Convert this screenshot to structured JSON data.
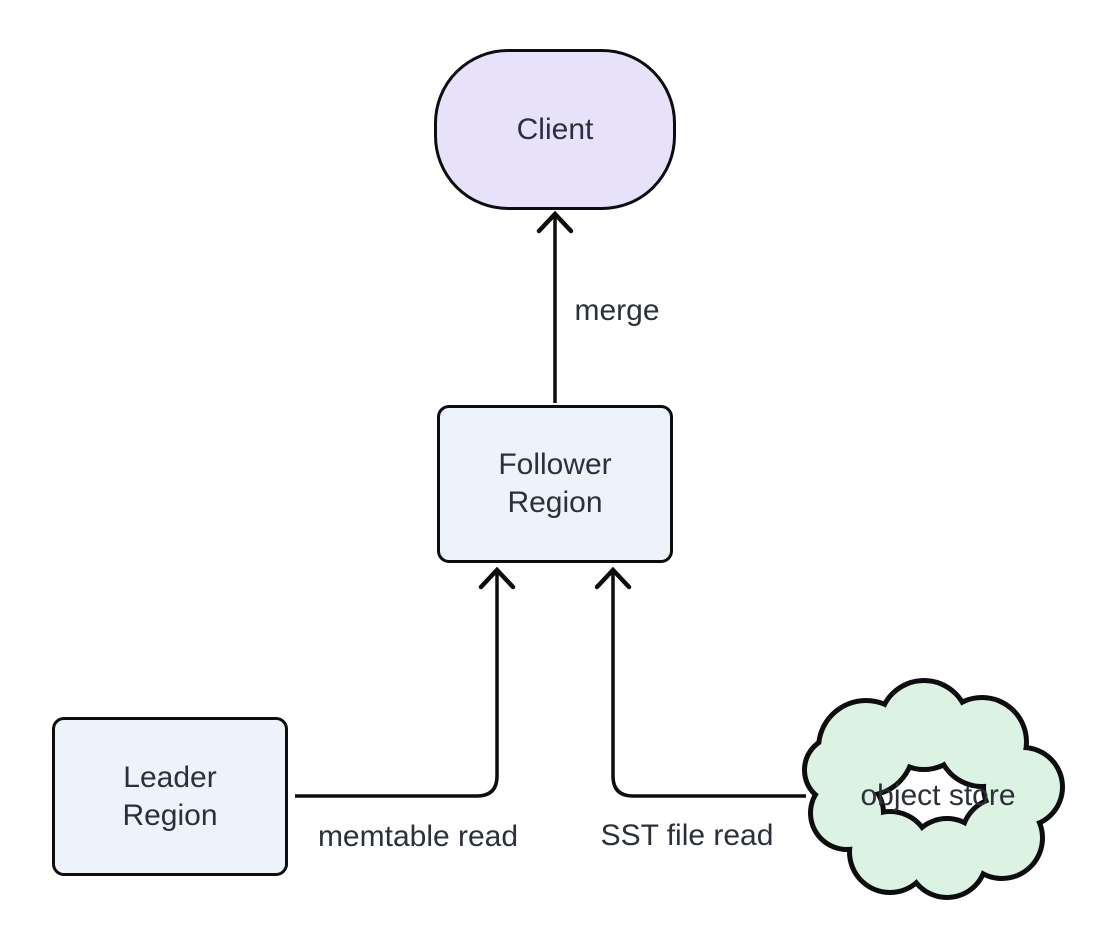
{
  "diagram": {
    "type": "flowchart",
    "background_color": "#FFFFFF",
    "line_color": "#0D0D0F",
    "text_color": "#2B303A",
    "nodes": [
      {
        "name": "client",
        "shape": "stadium",
        "fill": "#E7E1FA",
        "border": "#0D0D0F",
        "lines": [
          "Client"
        ]
      },
      {
        "name": "follower-region",
        "shape": "rounded-rect",
        "fill": "#EDF2FB",
        "border": "#0D0D0F",
        "lines": [
          "Follower",
          "Region"
        ]
      },
      {
        "name": "leader-region",
        "shape": "rounded-rect",
        "fill": "#EDF2FB",
        "border": "#0D0D0F",
        "lines": [
          "Leader",
          "Region"
        ]
      },
      {
        "name": "object-store",
        "shape": "cloud",
        "fill": "#DCF3E3",
        "border": "#0D0D0F",
        "lines": [
          "object store"
        ]
      }
    ],
    "edges": [
      {
        "from": "follower-region",
        "to": "client",
        "label": "merge",
        "arrow": "open-chevron"
      },
      {
        "from": "leader-region",
        "to": "follower-region",
        "label": "memtable read",
        "arrow": "open-chevron"
      },
      {
        "from": "object-store",
        "to": "follower-region",
        "label": "SST file read",
        "arrow": "open-chevron"
      }
    ]
  }
}
